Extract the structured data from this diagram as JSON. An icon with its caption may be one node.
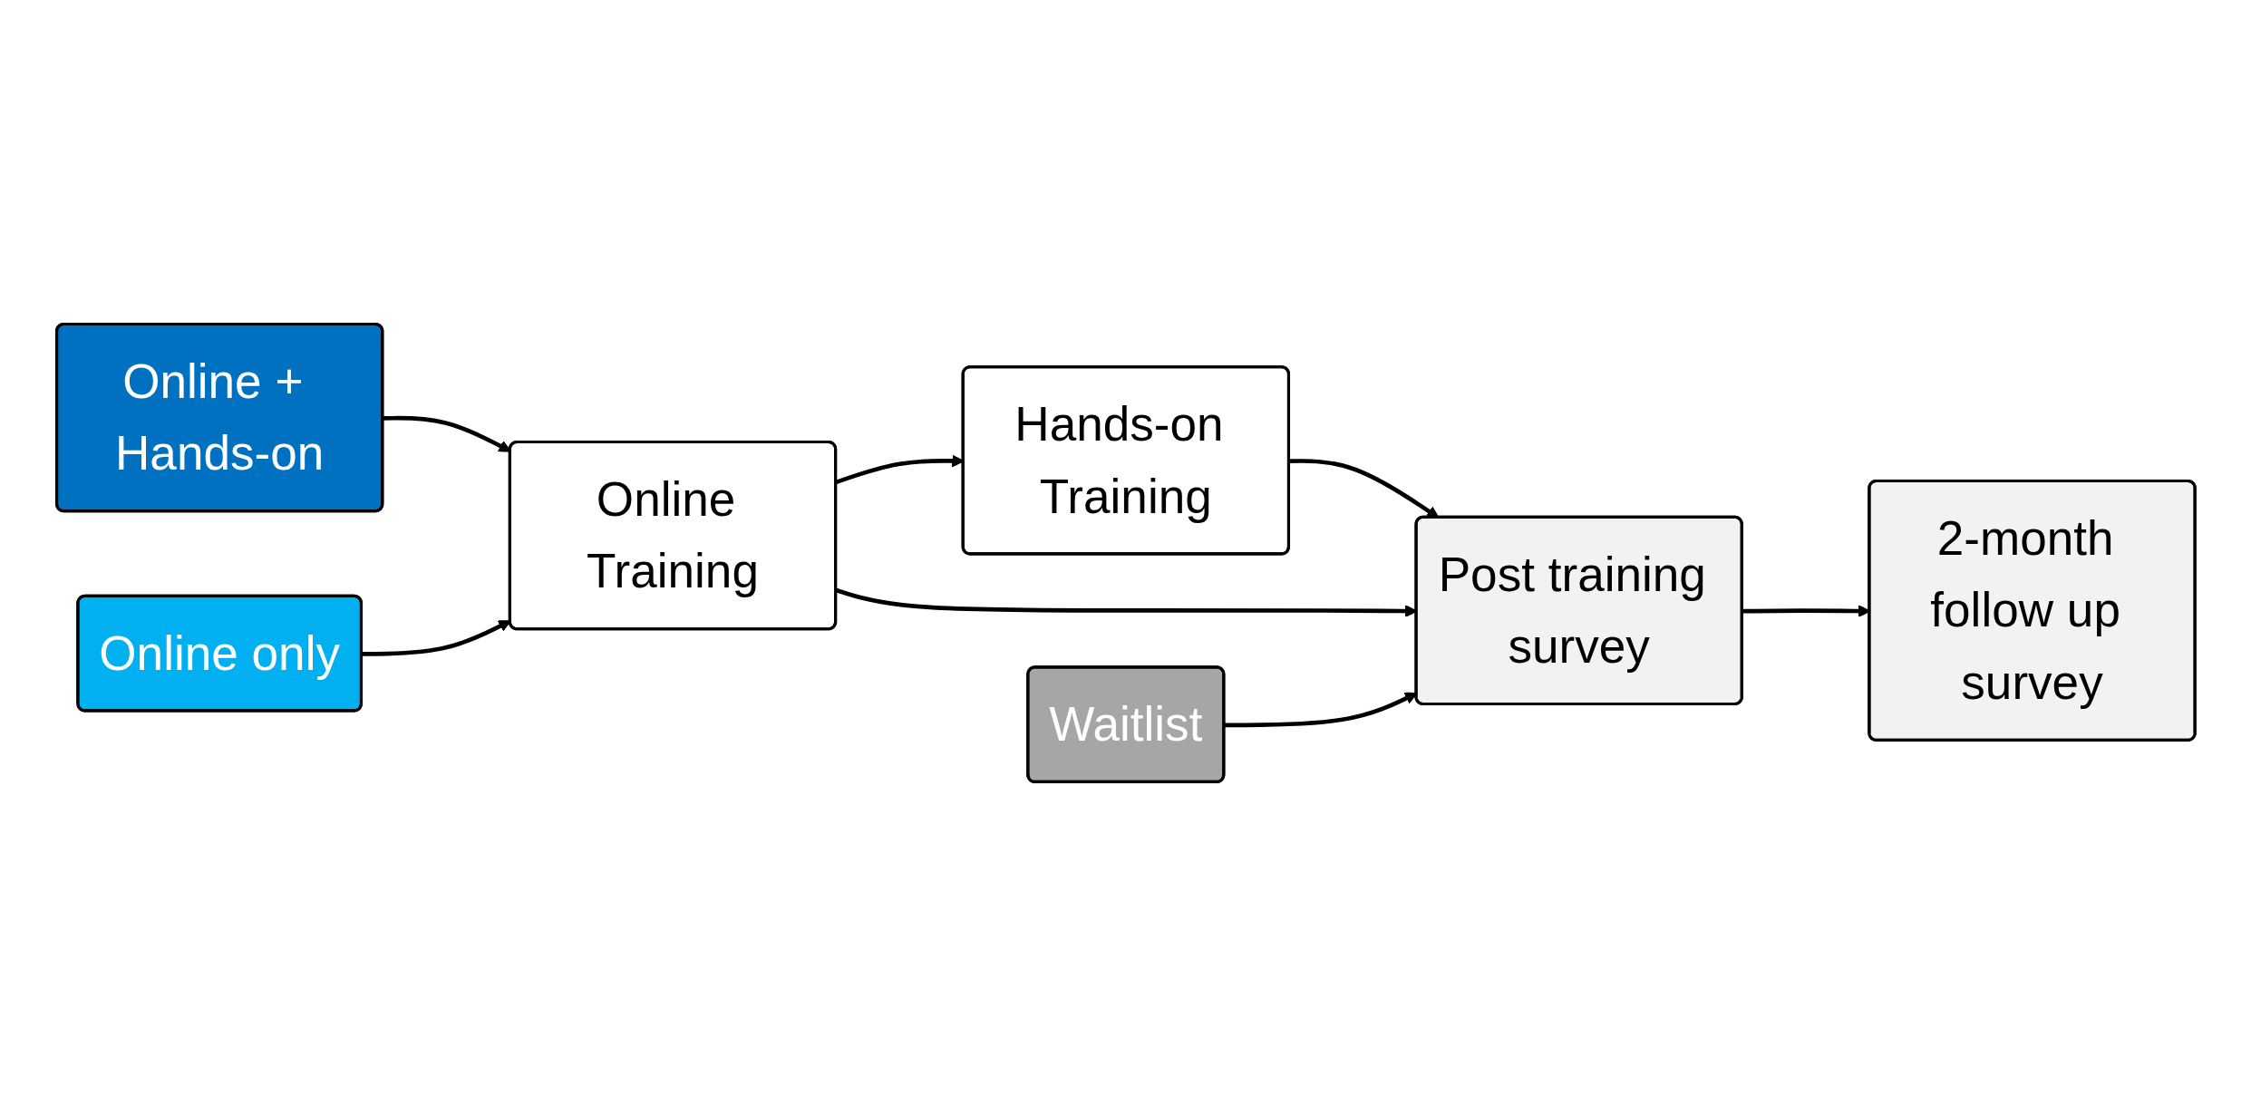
{
  "diagram": {
    "nodes": [
      {
        "text": [
          "Online + Hands-on"
        ]
      },
      {
        "text": [
          "Online only"
        ]
      },
      {
        "text": [
          "Waitlist"
        ]
      },
      {
        "text": [
          "Online Training"
        ]
      },
      {
        "text": [
          "Hands-on Training"
        ]
      },
      {
        "text": [
          "Post training survey"
        ]
      },
      {
        "text": [
          "2-month follow up survey"
        ]
      }
    ],
    "edges": [
      {
        "from": 0,
        "to": 3,
        "arrow": "to"
      },
      {
        "from": 3,
        "to": 4,
        "arrow": "to"
      },
      {
        "from": 4,
        "to": 5,
        "arrow": "to"
      },
      {
        "from": 1,
        "to": 3,
        "arrow": "to"
      },
      {
        "from": 3,
        "to": 5,
        "arrow": "to"
      },
      {
        "from": 2,
        "to": 5,
        "arrow": "to"
      },
      {
        "from": 5,
        "to": 6,
        "arrow": "to"
      }
    ]
  }
}
